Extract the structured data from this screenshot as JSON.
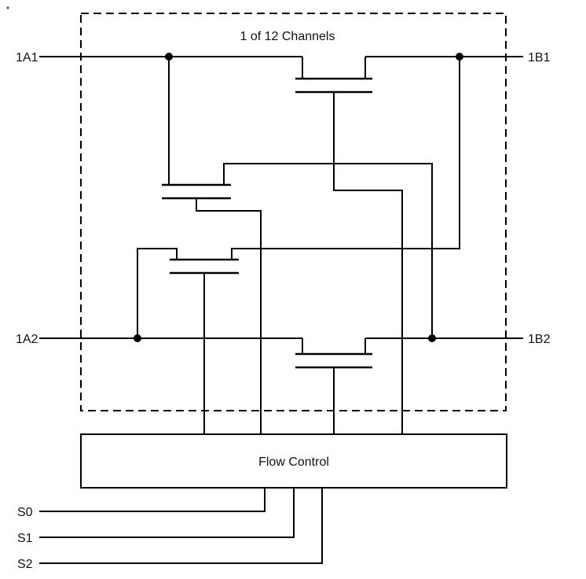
{
  "diagram": {
    "title": "1 of 12 Channels",
    "flow_control": "Flow Control",
    "ports": {
      "a1": "1A1",
      "b1": "1B1",
      "a2": "1A2",
      "b2": "1B2"
    },
    "selects": {
      "s0": "S0",
      "s1": "S1",
      "s2": "S2"
    },
    "colors": {
      "line": "#000000",
      "background": "#ffffff"
    }
  }
}
